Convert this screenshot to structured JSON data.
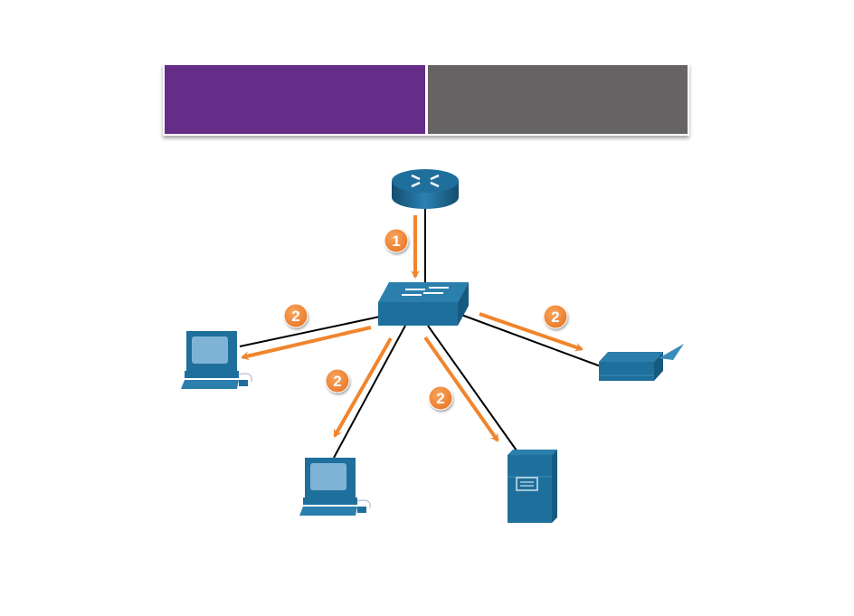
{
  "header": {
    "left_label": "",
    "right_label": "",
    "left_color": "#652c88",
    "right_color": "#666364"
  },
  "colors": {
    "device_blue": "#1f6f9c",
    "device_blue_dark": "#175a80",
    "device_blue_light": "#3a8cbd",
    "arrow_orange": "#f0852d",
    "badge_orange": "#f0852d",
    "link_black": "#000000"
  },
  "diagram": {
    "devices": [
      {
        "id": "router",
        "type": "router"
      },
      {
        "id": "switch",
        "type": "switch"
      },
      {
        "id": "pc-left",
        "type": "pc"
      },
      {
        "id": "pc-bottom",
        "type": "pc"
      },
      {
        "id": "server",
        "type": "server"
      },
      {
        "id": "printer",
        "type": "printer"
      }
    ],
    "steps": [
      {
        "label": "1",
        "from": "router",
        "to": "switch"
      },
      {
        "label": "2",
        "from": "switch",
        "to": "pc-left"
      },
      {
        "label": "2",
        "from": "switch",
        "to": "pc-bottom"
      },
      {
        "label": "2",
        "from": "switch",
        "to": "server"
      },
      {
        "label": "2",
        "from": "switch",
        "to": "printer"
      }
    ]
  }
}
